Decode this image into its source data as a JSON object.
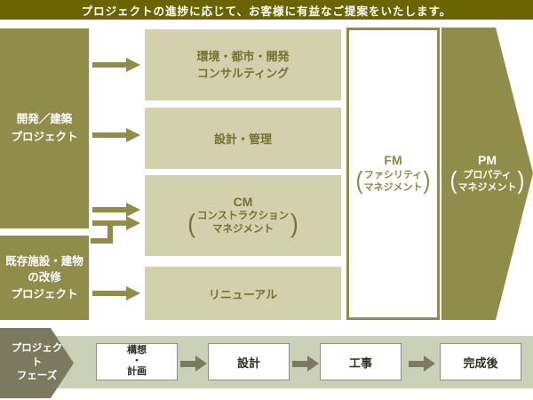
{
  "colors": {
    "banner_bg": "#6B6404",
    "olive_main": "#908D4B",
    "service_box_bg": "#D3D0AE",
    "service_text": "#74722F",
    "phase_band_bg": "#CBD1B9",
    "phase_accent": "#7C7A5E"
  },
  "glyphs": {
    "paren_open": "(",
    "paren_close": ")"
  },
  "banner": {
    "text": "プロジェクトの進捗に応じて、お客様に有益なご提案をいたします。"
  },
  "sources": {
    "development": {
      "lines": [
        "開発／建築",
        "プロジェクト"
      ]
    },
    "renovation": {
      "lines": [
        "既存施設・建物",
        "の改修",
        "プロジェクト"
      ]
    }
  },
  "services": {
    "consulting": {
      "lines": [
        "環境・都市・開発",
        "コンサルティング"
      ]
    },
    "design": {
      "label": "設計・管理"
    },
    "cm": {
      "title": "CM",
      "paren_lines": [
        "コンストラクション",
        "マネジメント"
      ]
    },
    "renewal": {
      "label": "リニューアル"
    }
  },
  "management": {
    "fm": {
      "title": "FM",
      "paren_lines": [
        "ファシリティ",
        "マネジメント"
      ]
    },
    "pm": {
      "title": "PM",
      "paren_lines": [
        "プロパティ",
        "マネジメント"
      ]
    }
  },
  "phase_bar": {
    "label": {
      "lines": [
        "プロジェクト",
        "フェーズ"
      ]
    },
    "phases": [
      {
        "lines": [
          "構想",
          "・",
          "計画"
        ]
      },
      {
        "lines": [
          "設計"
        ]
      },
      {
        "lines": [
          "工事"
        ]
      },
      {
        "lines": [
          "完成後"
        ]
      }
    ]
  }
}
